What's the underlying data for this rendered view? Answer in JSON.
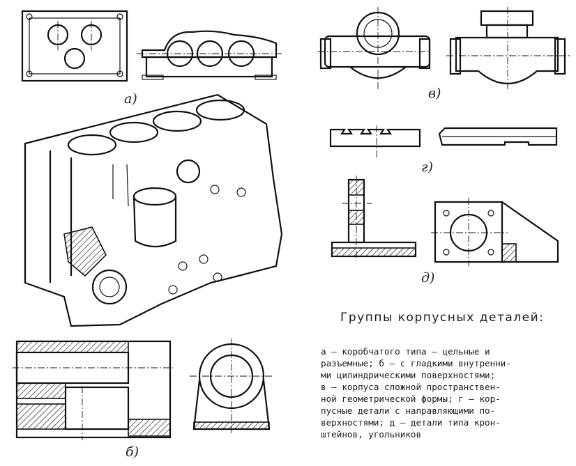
{
  "labels": {
    "a": "а)",
    "b": "б)",
    "v": "в)",
    "g": "г)",
    "d": "д)"
  },
  "title": "Группы корпусных деталей:",
  "caption_lines": [
    "а — коробчатого типа — цельные и",
    "разъемные; б — с гладкими внутренни-",
    "ми цилиндрическими поверхностями;",
    "в — корпуса сложной пространствен-",
    "ной геометрической формы; г — кор-",
    "пусные детали с направляющими по-",
    "верхностями; д — детали типа крон-",
    "штейнов, угольников"
  ]
}
